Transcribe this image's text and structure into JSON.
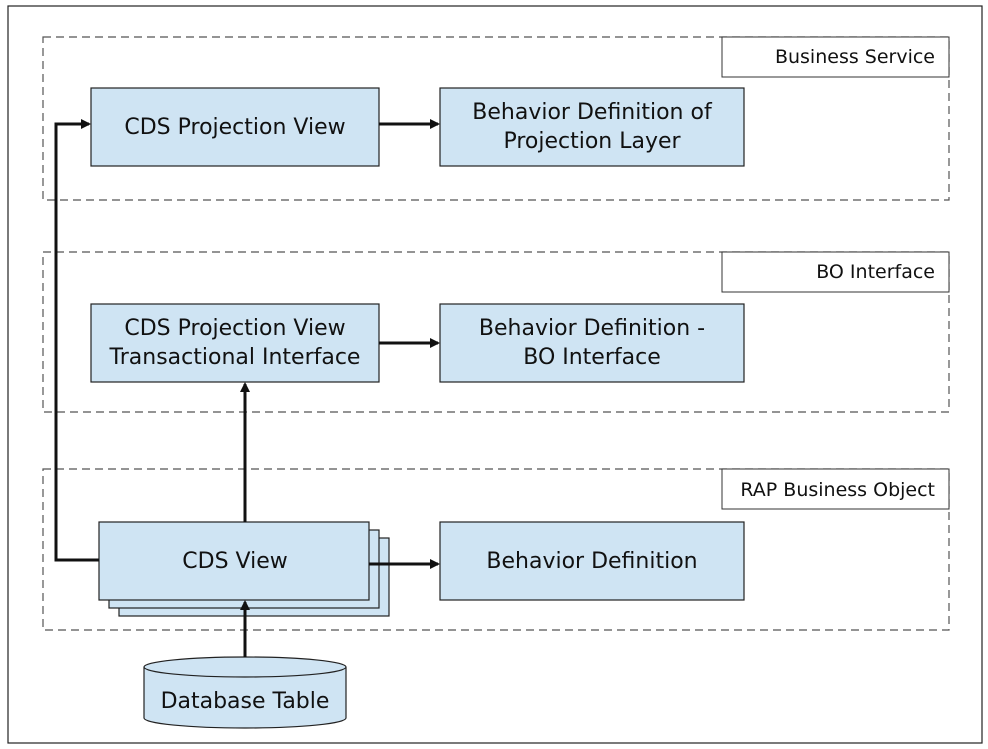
{
  "layers": {
    "business_service": "Business Service",
    "bo_interface": "BO Interface",
    "rap_business_object": "RAP Business Object"
  },
  "nodes": {
    "cds_projection_view": "CDS Projection View",
    "bdef_projection_line1": "Behavior Definition of",
    "bdef_projection_line2": "Projection Layer",
    "cds_proj_ti_line1": "CDS Projection View",
    "cds_proj_ti_line2": "Transactional Interface",
    "bdef_bo_line1": "Behavior Definition -",
    "bdef_bo_line2": "BO Interface",
    "cds_view": "CDS View",
    "behavior_definition": "Behavior Definition",
    "database_table": "Database Table"
  },
  "colors": {
    "box_fill": "#cfe4f3",
    "stroke": "#222222"
  }
}
